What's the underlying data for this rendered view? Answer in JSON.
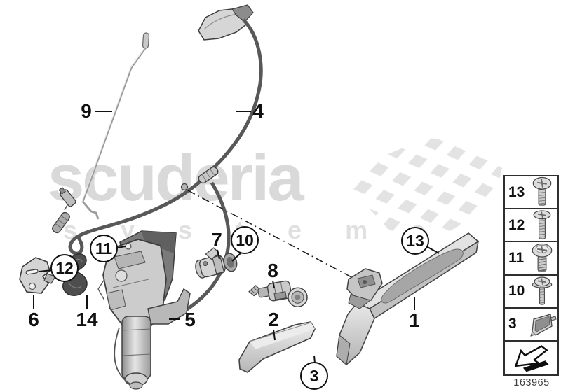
{
  "watermark": {
    "brand": "scuderia",
    "subtitle": "s y s t e m s"
  },
  "callouts": {
    "c1": "1",
    "c2": "2",
    "c3": "3",
    "c4": "4",
    "c5": "5",
    "c6": "6",
    "c7": "7",
    "c8": "8",
    "c9": "9",
    "c10": "10",
    "c11": "11",
    "c12": "12",
    "c13": "13",
    "c14": "14"
  },
  "sidebar": {
    "items": [
      {
        "label": "13",
        "icon": "pan-head-screw-icon"
      },
      {
        "label": "12",
        "icon": "countersunk-screw-icon"
      },
      {
        "label": "11",
        "icon": "coarse-thread-screw-icon"
      },
      {
        "label": "10",
        "icon": "washer-head-screw-icon"
      },
      {
        "label": "3",
        "icon": "cover-plate-icon"
      },
      {
        "label": "",
        "icon": "installation-direction-arrow-icon"
      }
    ]
  },
  "footer": {
    "drawing_number": "163965"
  },
  "colors": {
    "line": "#3c3c3c",
    "part_fill": "#d6d6d6",
    "dark_part": "#4e4e4e",
    "cable": "#585858",
    "watermark": "#d9d9d9",
    "checker": "#e3e3e3"
  }
}
